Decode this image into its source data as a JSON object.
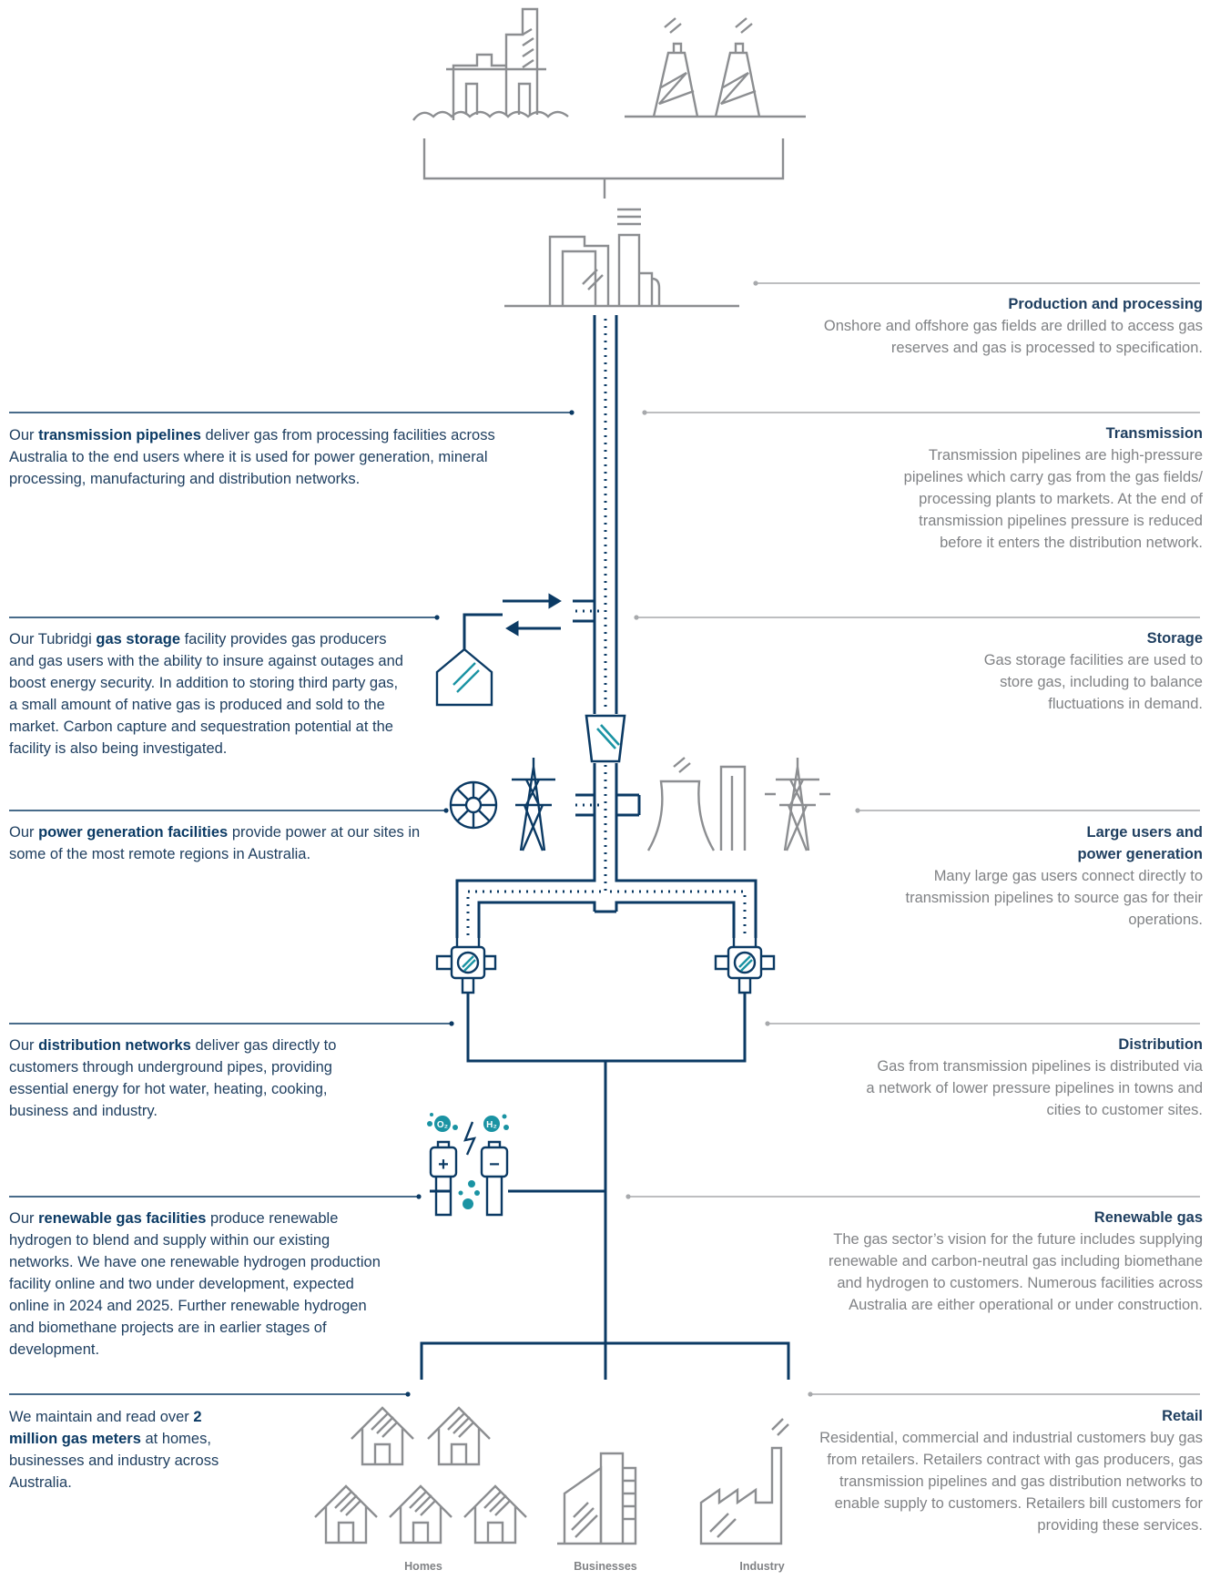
{
  "colors": {
    "navy": "#0b3a64",
    "gray": "#8c8e91",
    "teal": "#1a93a3",
    "text_gray": "#808285"
  },
  "icons": [
    "offshore-platform-icon",
    "onshore-gas-field-icon",
    "processing-plant-icon",
    "gas-storage-tank-icon",
    "valve-icon",
    "turbine-icon",
    "transmission-tower-icon",
    "cooling-tower-icon",
    "factory-stack-icon",
    "pressure-regulator-icon",
    "hydrogen-electrolyser-icon",
    "homes-icon",
    "businesses-icon",
    "industry-icon"
  ],
  "left": {
    "transmission": {
      "pre": "Our ",
      "bold": "transmission pipelines",
      "post": " deliver gas from processing facilities across Australia to the end users where it is used for power generation, mineral processing, manufacturing and distribution networks."
    },
    "storage": {
      "pre": "Our Tubridgi ",
      "bold": "gas storage",
      "post": " facility provides gas producers and gas users with the ability to insure against outages and boost energy security. In addition to storing third party gas, a small amount of native gas is produced and sold to the market. Carbon capture and sequestration potential at the facility is also being investigated."
    },
    "power": {
      "pre": "Our ",
      "bold": "power generation facilities",
      "post": " provide power at our sites in some of the most remote regions in Australia."
    },
    "distribution": {
      "pre": "Our ",
      "bold": "distribution networks",
      "post": " deliver gas directly to customers through underground pipes, providing essential energy for hot water, heating, cooking, business and industry."
    },
    "renewable": {
      "pre": "Our ",
      "bold": "renewable gas facilities",
      "post": " produce renewable hydrogen to blend and supply within our existing networks. We have one renewable hydrogen production facility online and two under development, expected online in 2024 and 2025. Further renewable hydrogen and biomethane projects are in earlier stages of development."
    },
    "retail": {
      "pre": "We maintain and read over ",
      "bold": "2 million gas meters",
      "post": " at homes, businesses and industry across Australia."
    }
  },
  "right": {
    "production": {
      "title": "Production and processing",
      "body": "Onshore and offshore gas fields are drilled to access gas reserves and gas is processed to specification."
    },
    "transmission": {
      "title": "Transmission",
      "body": "Transmission pipelines are high-pressure pipelines which carry gas from the gas fields/ processing plants to markets. At the end of transmission pipelines pressure is reduced before it enters the distribution network."
    },
    "storage": {
      "title": "Storage",
      "body": "Gas storage facilities are used to store gas, including to balance fluctuations in demand."
    },
    "large_users": {
      "title": "Large users and power generation",
      "body": "Many large gas users connect directly to transmission pipelines to source gas for their operations."
    },
    "distribution": {
      "title": "Distribution",
      "body": "Gas from transmission pipelines is distributed via a network of lower pressure pipelines in towns and cities to customer sites."
    },
    "renewable": {
      "title": "Renewable gas",
      "body": "The gas sector’s vision for the future includes supplying renewable and carbon-neutral gas including biomethane and hydrogen to customers. Numerous facilities across Australia are either operational or under construction."
    },
    "retail": {
      "title": "Retail",
      "body": "Residential, commercial and industrial customers buy gas from retailers. Retailers contract with gas producers, gas transmission pipelines and gas distribution networks to enable supply to customers. Retailers bill customers for providing these services."
    }
  },
  "electrolyser": {
    "o2": "O₂",
    "h2": "H₂",
    "plus": "+",
    "minus": "−"
  },
  "captions": {
    "homes": "Homes",
    "businesses": "Businesses",
    "industry": "Industry"
  }
}
